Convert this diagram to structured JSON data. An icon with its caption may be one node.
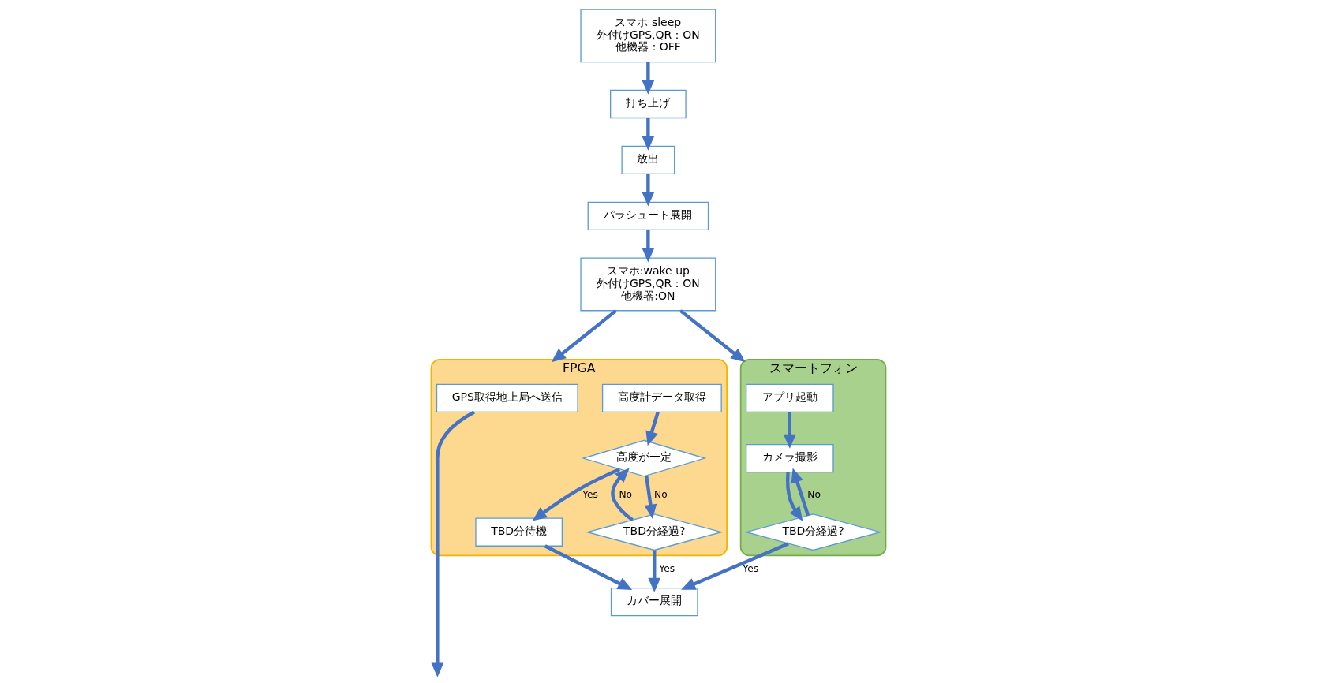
{
  "diagram": {
    "nodes": [
      {
        "text": [
          "スマホ sleep",
          "外付けGPS,QR：ON",
          "他機器：OFF"
        ]
      },
      {
        "text": [
          "打ち上げ"
        ]
      },
      {
        "text": [
          "放出"
        ]
      },
      {
        "text": [
          "パラシュート展開"
        ]
      },
      {
        "text": [
          "スマホ:wake up",
          "外付けGPS,QR：ON",
          "他機器:ON"
        ]
      },
      {
        "text": [
          "FPGA"
        ]
      },
      {
        "text": [
          "GPS取得地上局へ送信"
        ],
        "in": 5
      },
      {
        "text": [
          "高度計データ取得"
        ],
        "in": 5
      },
      {
        "text": [
          "高度が一定"
        ],
        "in": 5
      },
      {
        "text": [
          "TBD分経過?"
        ],
        "in": 5
      },
      {
        "text": [
          "TBD分待機"
        ],
        "in": 5
      },
      {
        "text": [
          "スマートフォン"
        ]
      },
      {
        "text": [
          "アプリ起動"
        ],
        "in": 11
      },
      {
        "text": [
          "カメラ撮影"
        ],
        "in": 11
      },
      {
        "text": [
          "TBD分経過?"
        ],
        "in": 11
      },
      {
        "text": [
          "カバー展開"
        ]
      }
    ],
    "edges": [
      {
        "from": 0,
        "to": 1,
        "arrow": "to"
      },
      {
        "from": 1,
        "to": 2,
        "arrow": "to"
      },
      {
        "from": 2,
        "to": 3,
        "arrow": "to"
      },
      {
        "from": 3,
        "to": 4,
        "arrow": "to"
      },
      {
        "from": 4,
        "to": 5,
        "arrow": "to"
      },
      {
        "from": 4,
        "to": 11,
        "arrow": "to"
      },
      {
        "from": 6,
        "to": null,
        "arrow": "to"
      },
      {
        "from": 7,
        "to": 8,
        "arrow": "to"
      },
      {
        "from": 9,
        "to": 8,
        "label": "No",
        "arrow": "to"
      },
      {
        "from": 8,
        "to": 9,
        "label": "No",
        "arrow": "to"
      },
      {
        "from": 8,
        "to": 10,
        "label": "Yes",
        "arrow": "to"
      },
      {
        "from": 9,
        "to": 15,
        "label": "Yes",
        "arrow": "to"
      },
      {
        "from": 10,
        "to": 15,
        "arrow": "to"
      },
      {
        "from": 12,
        "to": 13,
        "arrow": "to"
      },
      {
        "from": 13,
        "to": 14,
        "arrow": "to"
      },
      {
        "from": 14,
        "to": 13,
        "label": "No",
        "arrow": "to"
      },
      {
        "from": 14,
        "to": 15,
        "label": "Yes",
        "arrow": "to"
      }
    ]
  }
}
